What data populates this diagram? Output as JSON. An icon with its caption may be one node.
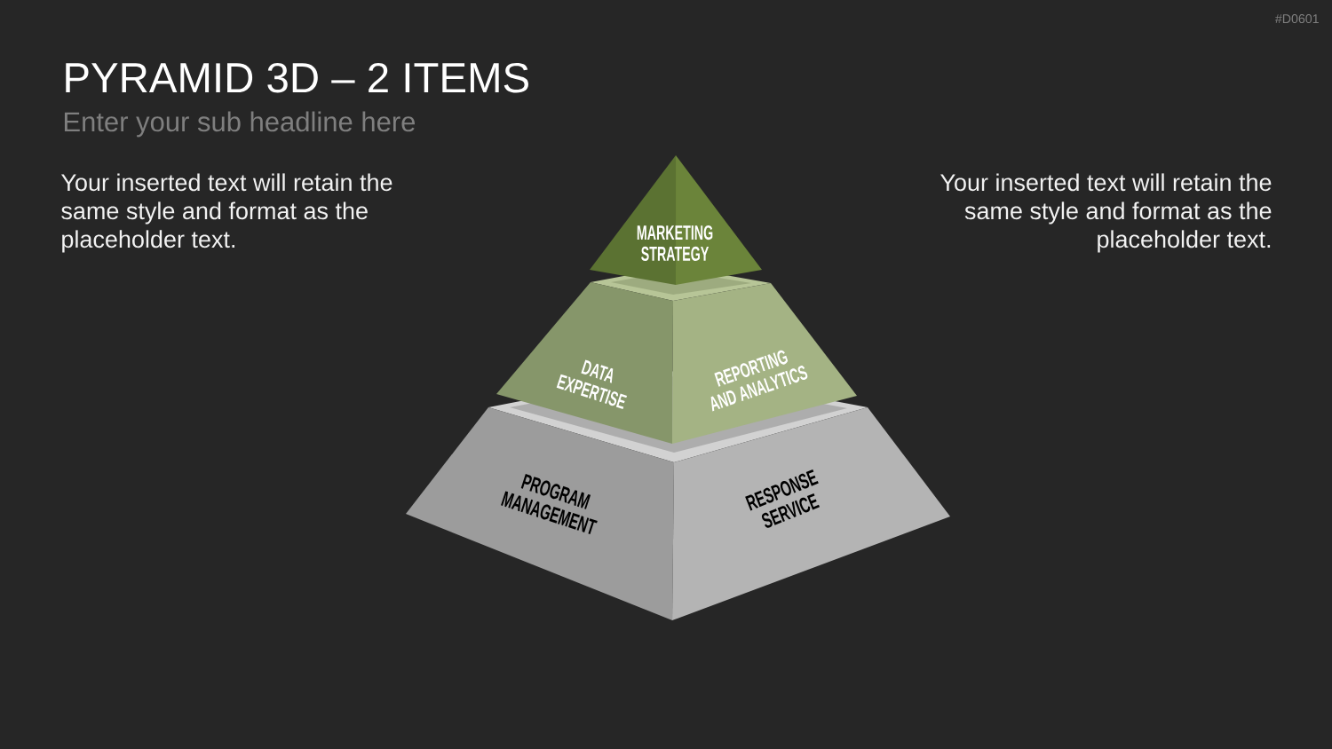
{
  "diagram": {
    "title": "PYRAMID 3D – 2 ITEMS",
    "nodes": [
      {
        "text": [
          "MARKETING STRATEGY"
        ]
      },
      {
        "text": [
          "DATA EXPERTISE"
        ]
      },
      {
        "text": [
          "REPORTING AND ANALYTICS"
        ]
      },
      {
        "text": [
          "PROGRAM MANAGEMENT"
        ]
      },
      {
        "text": [
          "RESPONSE SERVICE"
        ]
      }
    ],
    "labels": [
      "#D0601",
      "Enter your sub headline here",
      "Your inserted text will retain the same style and format as the placeholder text.",
      "Your inserted text will retain the same style and format as the placeholder text."
    ]
  }
}
